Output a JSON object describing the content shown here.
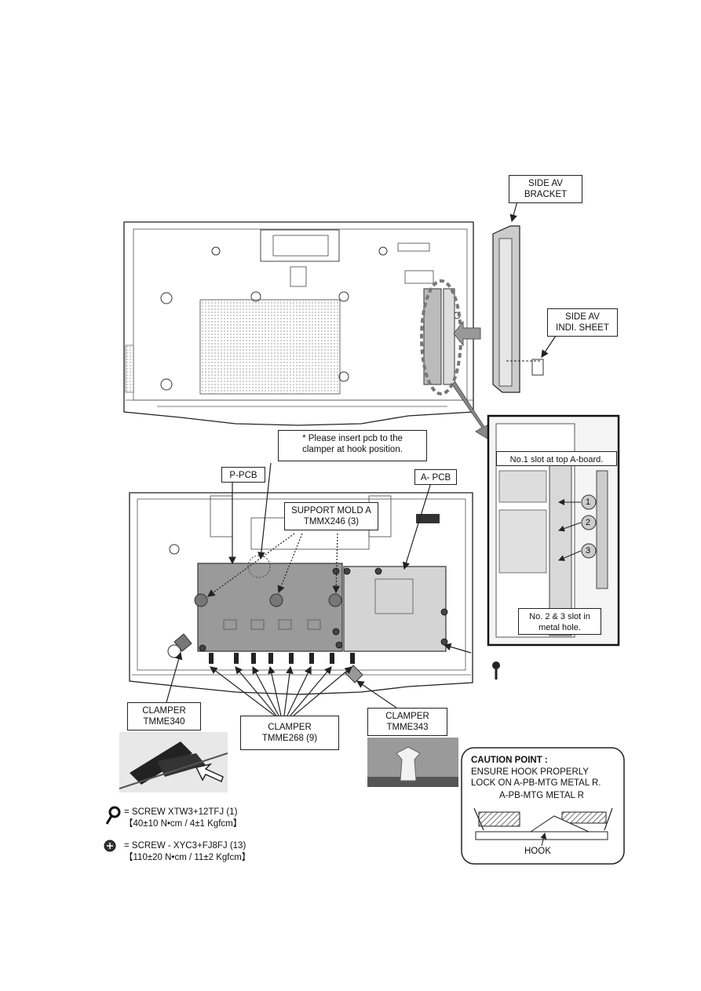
{
  "labels": {
    "side_av_bracket": "SIDE AV\nBRACKET",
    "side_av_indi_sheet": "SIDE AV\nINDI. SHEET",
    "insert_note": "* Please insert pcb to the\nclamper at hook position.",
    "p_pcb": "P-PCB",
    "a_pcb": "A- PCB",
    "support_mold": "SUPPORT MOLD A\nTMMX246 (3)",
    "slot_1_note": "No.1 slot at top A-board.",
    "slot_23_note": "No. 2 & 3 slot in\nmetal hole.",
    "clamper_340": "CLAMPER\nTMME340",
    "clamper_268": "CLAMPER\nTMME268 (9)",
    "clamper_343": "CLAMPER\nTMME343",
    "slot_numbers": [
      "1",
      "2",
      "3"
    ]
  },
  "legend": {
    "screw_1_line1": "= SCREW XTW3+12TFJ (1)",
    "screw_1_line2": "【40±10 N•cm / 4±1 Kgfcm】",
    "screw_2_line1": "= SCREW - XYC3+FJ8FJ (13)",
    "screw_2_line2": "【110±20 N•cm / 11±2 Kgfcm】"
  },
  "caution": {
    "title": "CAUTION POINT :",
    "line1": "ENSURE HOOK PROPERLY",
    "line2": "LOCK ON A-PB-MTG METAL R.",
    "metal_label": "A-PB-MTG METAL R",
    "hook_label": "HOOK"
  },
  "colors": {
    "pcb_gray": "#9a9a9a",
    "line": "#222222",
    "arrow_gray": "#888888"
  }
}
